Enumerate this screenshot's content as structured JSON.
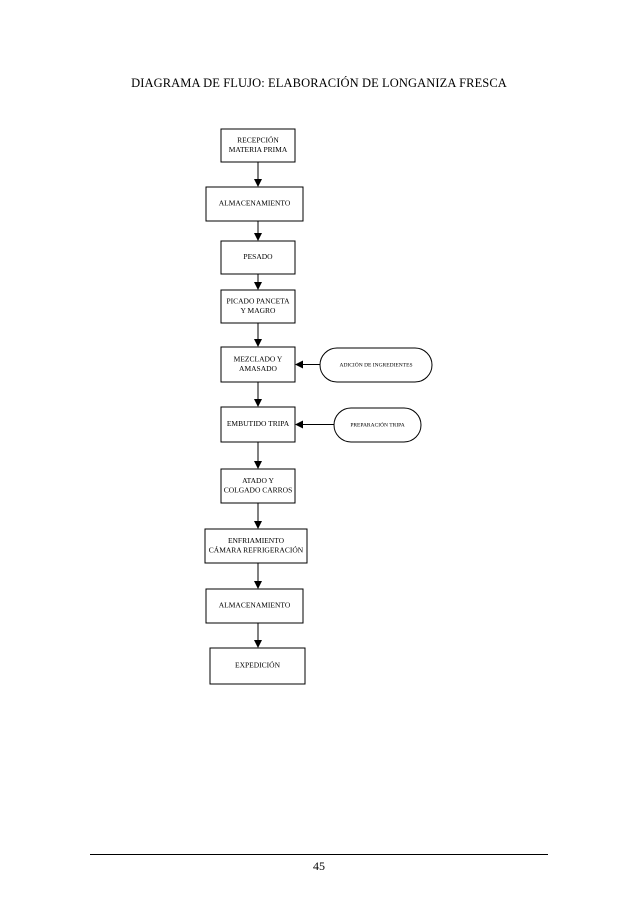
{
  "title": "DIAGRAMA DE FLUJO: ELABORACIÓN DE LONGANIZA FRESCA",
  "steps": [
    {
      "id": "step-recepcion",
      "lines": [
        "RECEPCIÓN",
        "MATERIA PRIMA"
      ]
    },
    {
      "id": "step-almacenamiento-1",
      "lines": [
        "ALMACENAMIENTO"
      ]
    },
    {
      "id": "step-pesado",
      "lines": [
        "PESADO"
      ]
    },
    {
      "id": "step-picado",
      "lines": [
        "PICADO PANCETA",
        "Y MAGRO"
      ]
    },
    {
      "id": "step-mezclado",
      "lines": [
        "MEZCLADO Y",
        "AMASADO"
      ]
    },
    {
      "id": "step-embutido",
      "lines": [
        "EMBUTIDO TRIPA"
      ]
    },
    {
      "id": "step-atado",
      "lines": [
        "ATADO Y",
        "COLGADO CARROS"
      ]
    },
    {
      "id": "step-enfriamiento",
      "lines": [
        "ENFRIAMIENTO",
        "CÁMARA REFRIGERACIÓN"
      ]
    },
    {
      "id": "step-almacenamiento-2",
      "lines": [
        "ALMACENAMIENTO"
      ]
    },
    {
      "id": "step-expedicion",
      "lines": [
        "EXPEDICIÓN"
      ]
    }
  ],
  "inputs": [
    {
      "id": "input-ingredientes",
      "label": "ADICIÓN DE INGREDIENTES",
      "target": "step-mezclado"
    },
    {
      "id": "input-tripa",
      "label": "PREPARACIÓN TRIPA",
      "target": "step-embutido"
    }
  ],
  "page_number": "45"
}
